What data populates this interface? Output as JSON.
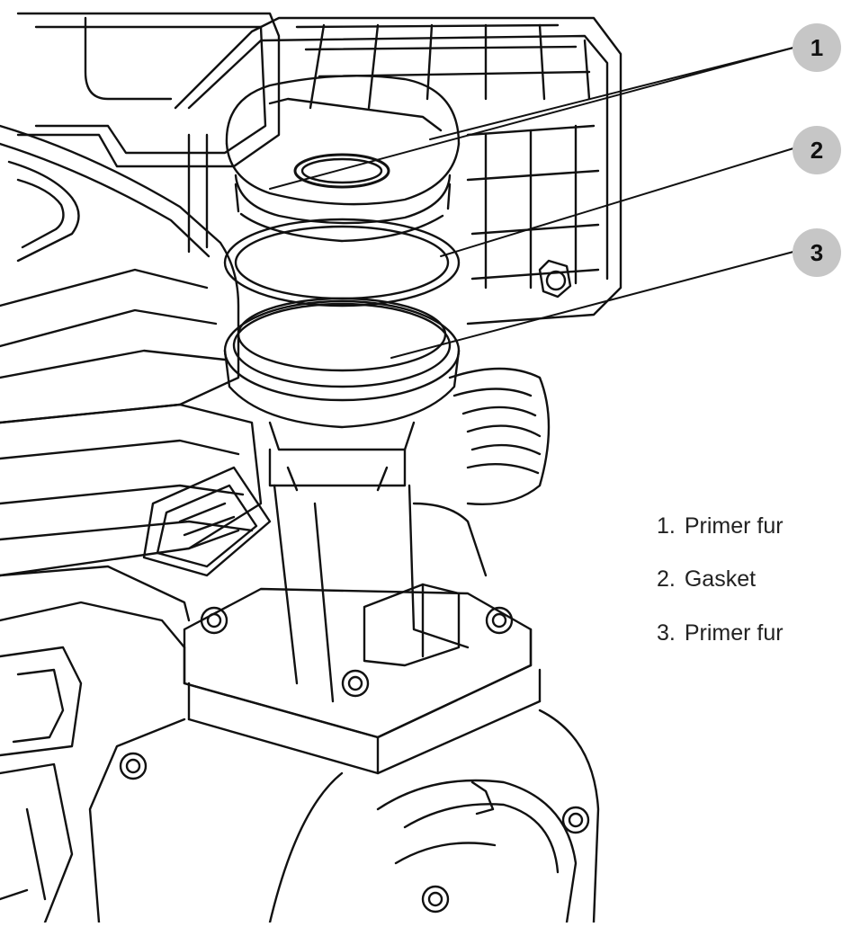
{
  "callouts": [
    {
      "number": "1"
    },
    {
      "number": "2"
    },
    {
      "number": "3"
    }
  ],
  "legend": [
    {
      "number": "1.",
      "label": "Primer fur"
    },
    {
      "number": "2.",
      "label": "Gasket"
    },
    {
      "number": "3.",
      "label": "Primer fur"
    }
  ],
  "colors": {
    "callout_fill": "#c6c6c6",
    "line": "#111111",
    "text": "#222222",
    "background": "#ffffff"
  }
}
